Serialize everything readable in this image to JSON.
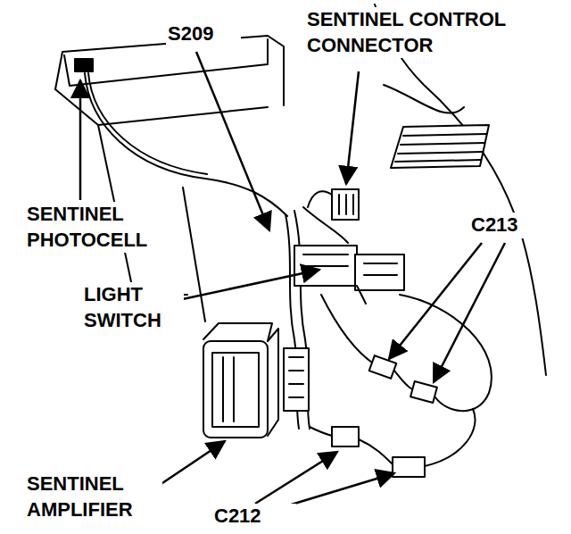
{
  "diagram": {
    "labels": [
      "S209",
      "SENTINEL CONTROL CONNECTOR",
      "SENTINEL PHOTOCELL",
      "C213",
      "LIGHT SWITCH",
      "SENTINEL AMPLIFIER",
      "C212"
    ]
  }
}
